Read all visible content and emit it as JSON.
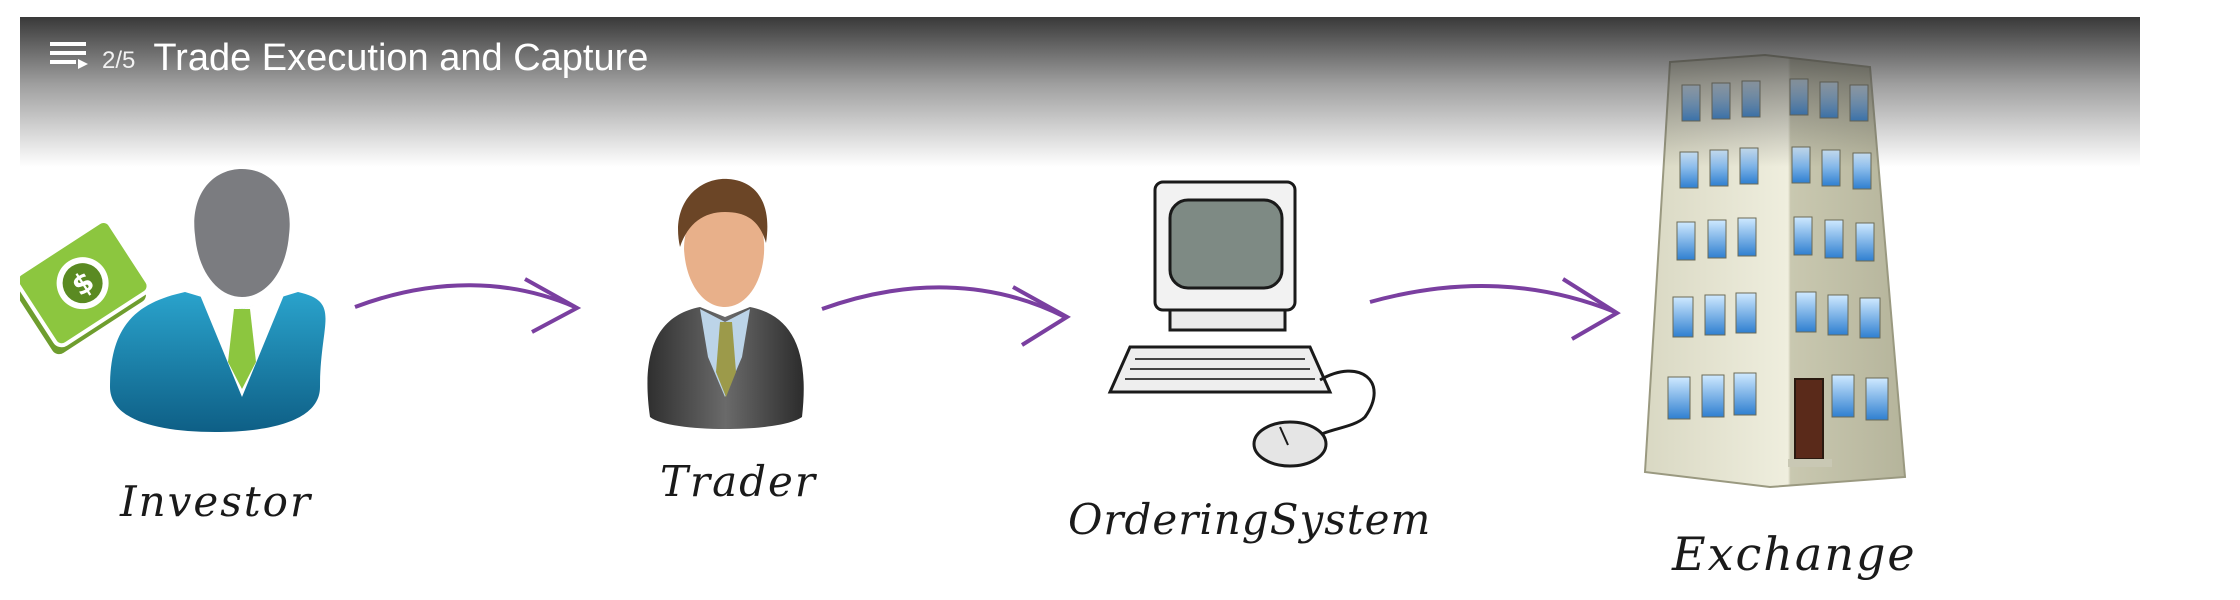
{
  "player": {
    "playlist_position": "2/5",
    "title": "Trade Execution and Capture",
    "playlist_icon": "playlist-icon"
  },
  "diagram": {
    "nodes": [
      {
        "label": "Investor",
        "icon": "investor-icon"
      },
      {
        "label": "Trader",
        "icon": "trader-icon"
      },
      {
        "label": "OrderingSystem",
        "icon": "computer-icon"
      },
      {
        "label": "Exchange",
        "icon": "building-icon"
      }
    ],
    "arrow_color": "#7a3fa0",
    "investor_color": "#1e7ea6",
    "money_color": "#8cc63f"
  }
}
